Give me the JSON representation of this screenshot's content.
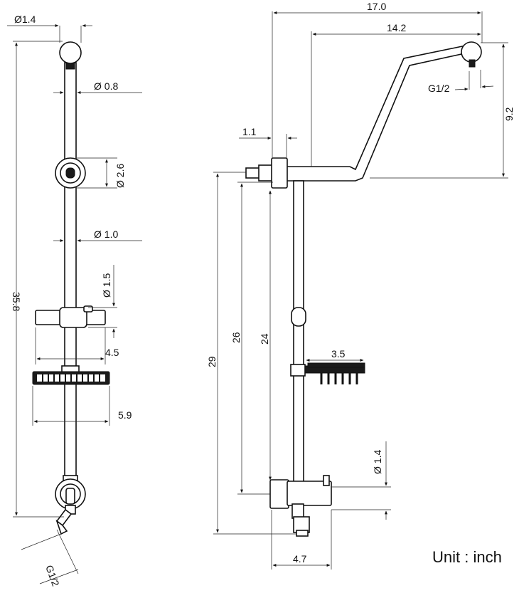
{
  "unit_label": "Unit : inch",
  "front_view": {
    "ball_diameter": "Ø1.4",
    "rod_diameter_top": "Ø 0.8",
    "bracket_diameter": "Ø 2.6",
    "rod_diameter": "Ø 1.0",
    "slider_diameter": "Ø 1.5",
    "slider_width": "4.5",
    "soap_dish_width": "5.9",
    "total_height": "35.8",
    "inlet_thread": "G1/2"
  },
  "side_view": {
    "overall_width": "17.0",
    "arm_reach": "14.2",
    "outlet_thread": "G1/2",
    "arm_rise": "9.2",
    "inlet_offset": "1.1",
    "height_29": "29",
    "height_26": "26",
    "height_24": "24",
    "dish_width": "3.5",
    "valve_diameter": "Ø 1.4",
    "base_depth": "4.7"
  }
}
